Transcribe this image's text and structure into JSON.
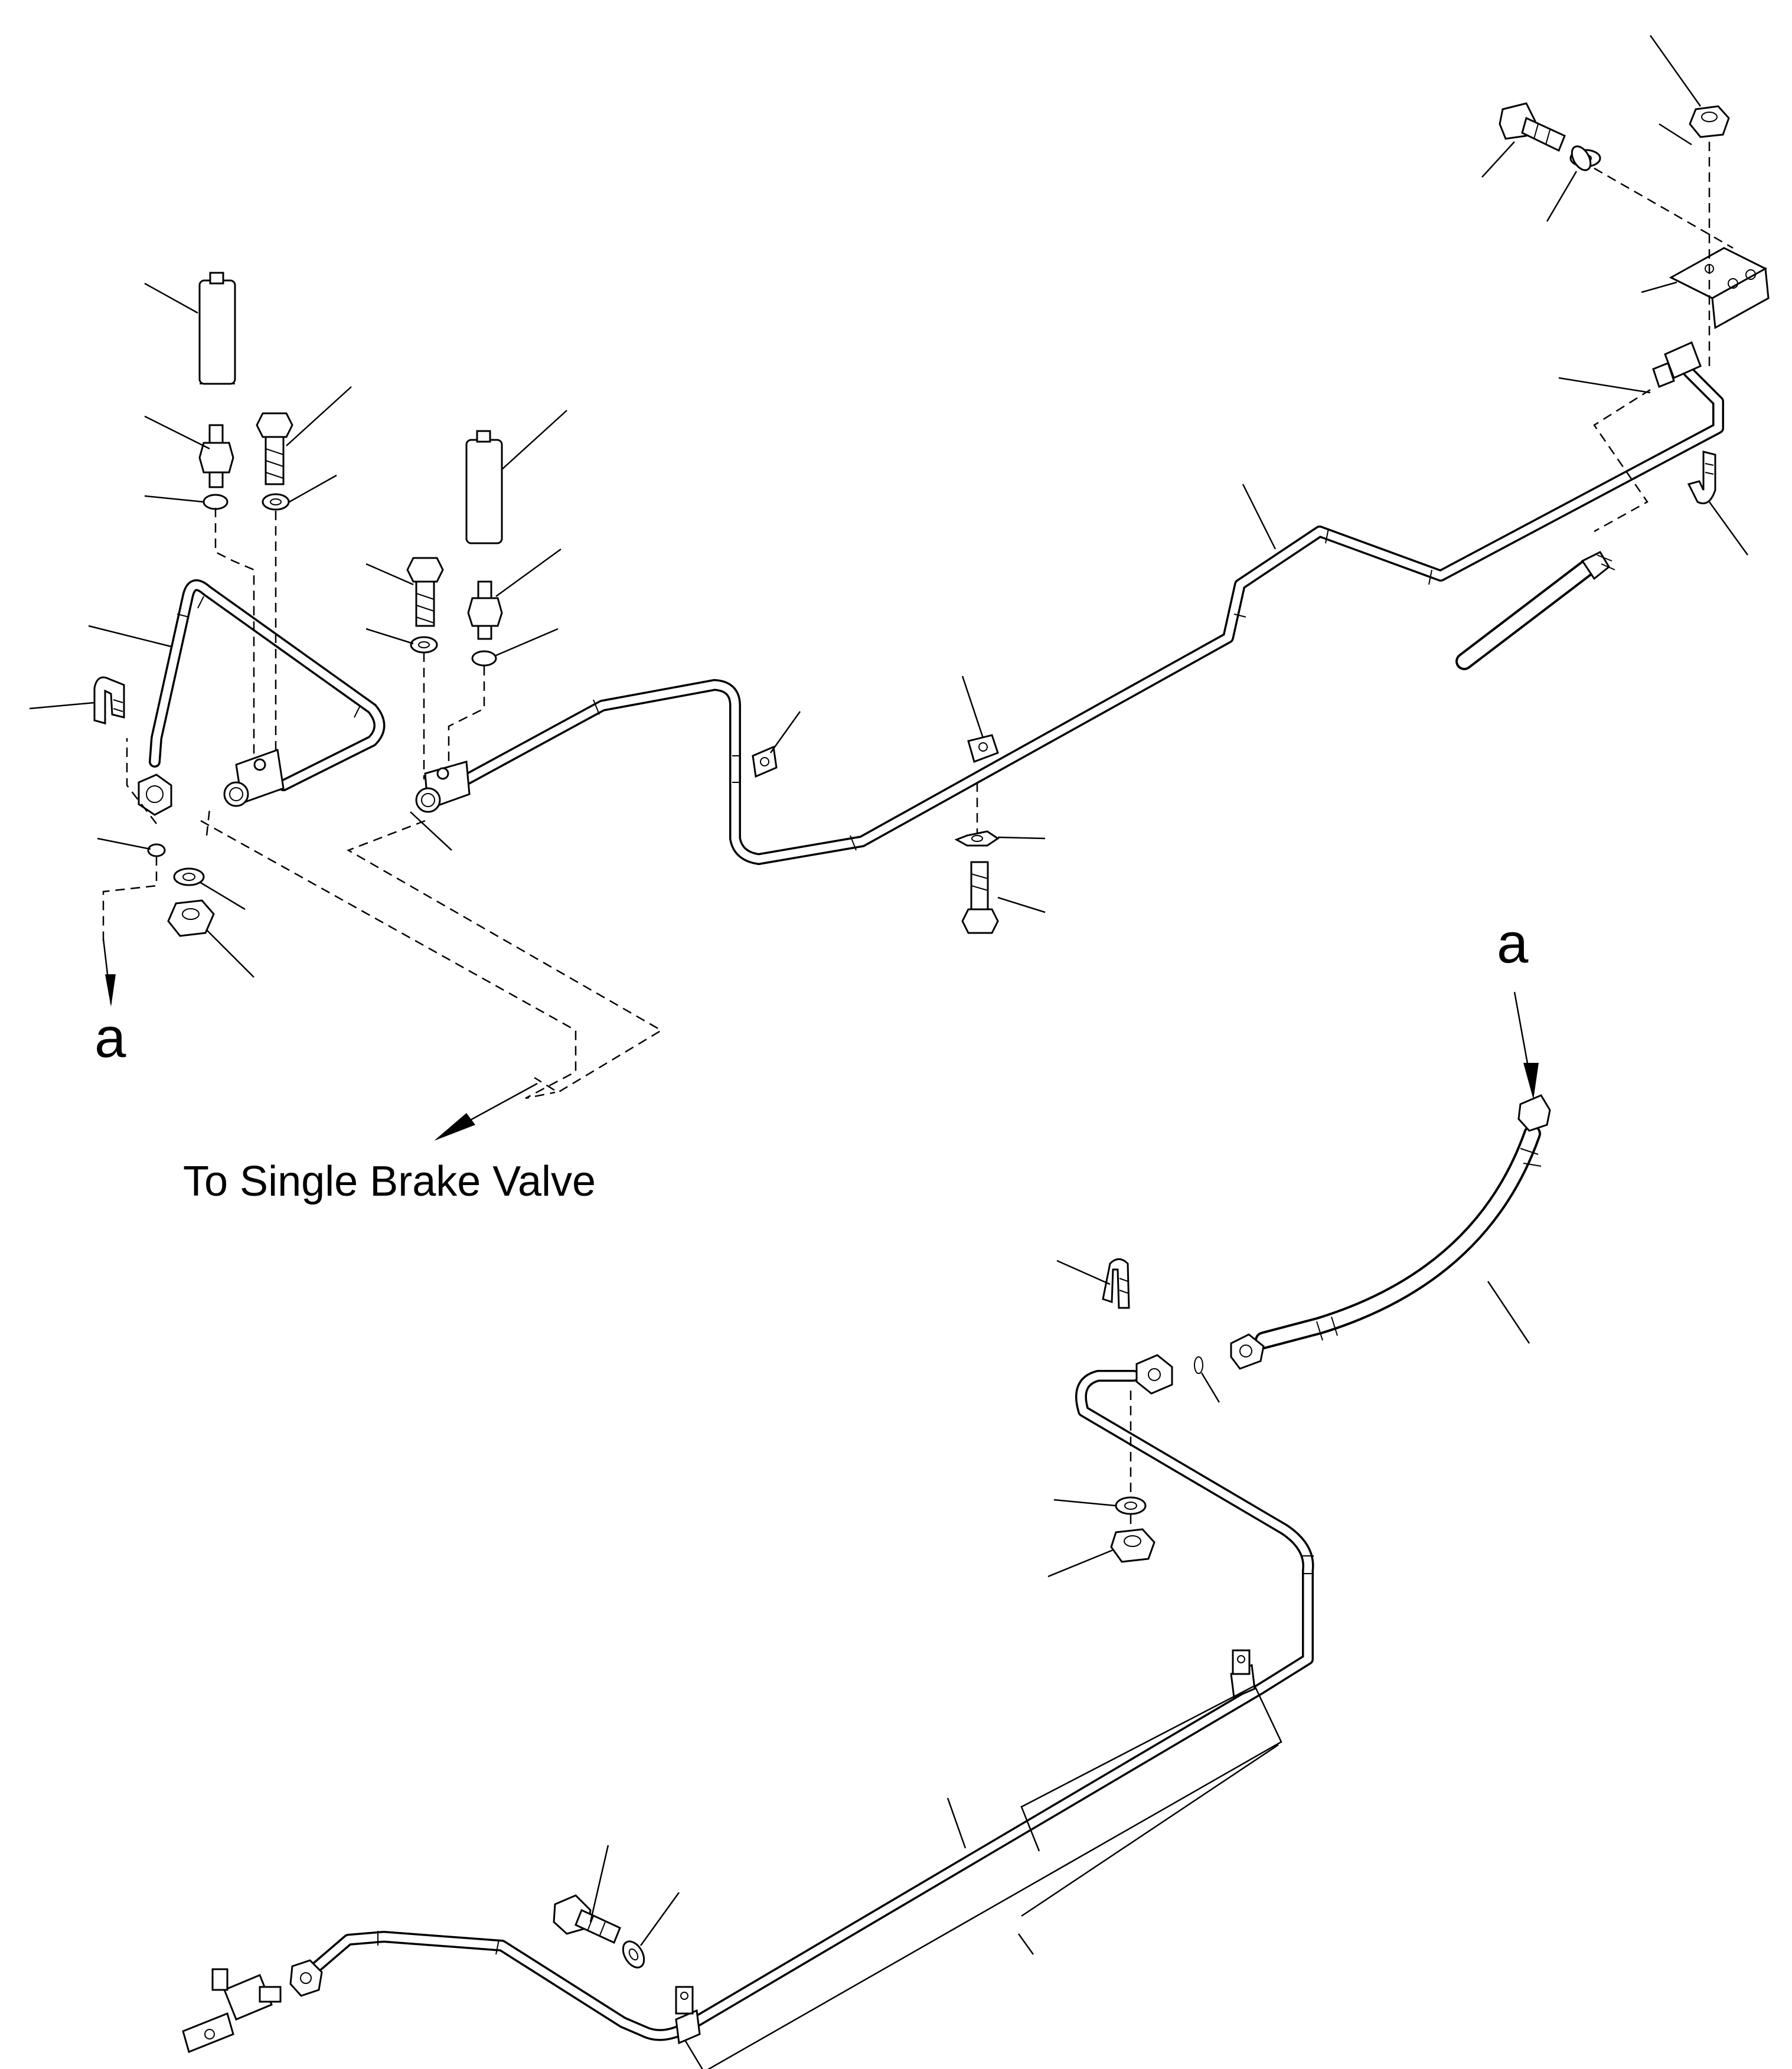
{
  "callout_a_left": "a",
  "callout_a_right": "a",
  "destination_label": "To Single Brake Valve"
}
